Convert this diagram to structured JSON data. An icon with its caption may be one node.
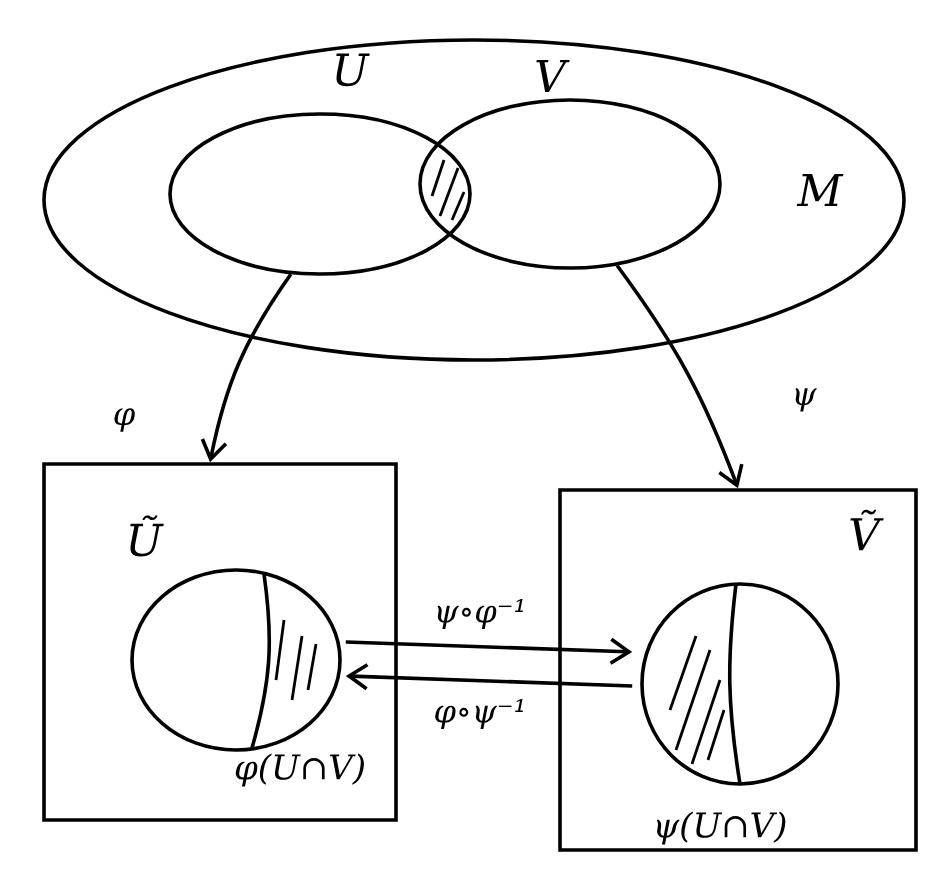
{
  "diagram": {
    "nodes": [
      {
        "text": [
          "M"
        ]
      },
      {
        "text": [
          "U"
        ],
        "in": 0
      },
      {
        "text": [
          "V"
        ],
        "in": 0
      },
      {
        "text": [
          "Ũ"
        ]
      },
      {
        "text": [],
        "shape": "circle",
        "in": 3,
        "beside": [
          "φ(U∩V)"
        ]
      },
      {
        "text": [
          "Ṽ"
        ]
      },
      {
        "text": [],
        "shape": "circle",
        "in": 5,
        "beside": [
          "ψ(U∩V)"
        ]
      }
    ],
    "edges": [
      {
        "from": 1,
        "to": 3,
        "arrow": "to",
        "label": "φ"
      },
      {
        "from": 2,
        "to": 5,
        "arrow": "to",
        "label": "ψ"
      },
      {
        "from": 4,
        "to": 6,
        "arrow": "to",
        "label": "ψ∘φ⁻¹"
      },
      {
        "from": 6,
        "to": 4,
        "arrow": "to",
        "label": "φ∘ψ⁻¹"
      }
    ]
  }
}
